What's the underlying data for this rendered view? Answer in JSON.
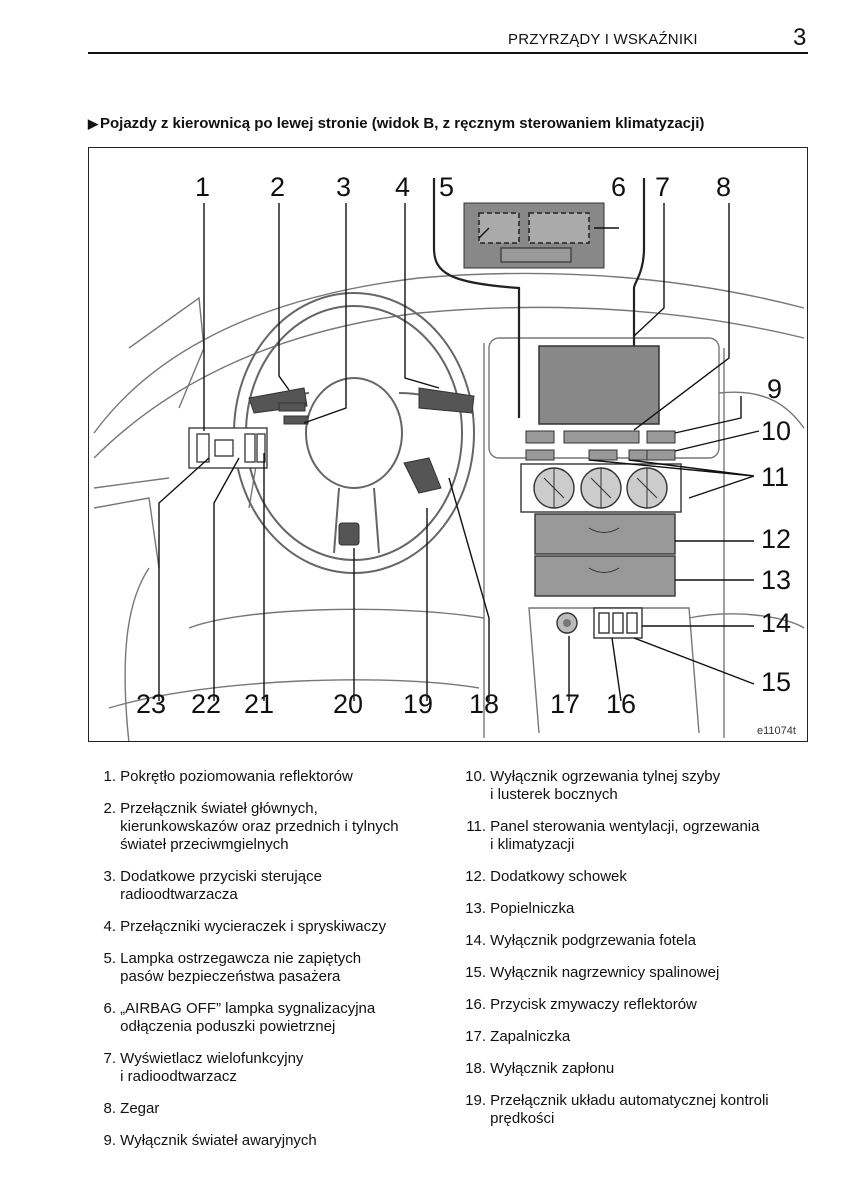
{
  "header": {
    "title": "PRZYRZĄDY I WSKAŹNIKI",
    "page_number": "3"
  },
  "section_title": "Pojazdy z kierownicą po lewej stronie (widok B, z ręcznym sterowaniem klimatyzacji)",
  "figure": {
    "code": "e11074t",
    "labels": [
      "1",
      "2",
      "3",
      "4",
      "5",
      "6",
      "7",
      "8",
      "9",
      "10",
      "11",
      "12",
      "13",
      "14",
      "15",
      "16",
      "17",
      "18",
      "19",
      "20",
      "21",
      "22",
      "23"
    ]
  },
  "items_left": [
    {
      "num": "1.",
      "text": "Pokrętło poziomowania reflektorów"
    },
    {
      "num": "2.",
      "text": "Przełącznik świateł głównych,\nkierunkowskazów oraz przednich i tylnych\nświateł przeciwmgielnych"
    },
    {
      "num": "3.",
      "text": "Dodatkowe przyciski sterujące\nradioodtwarzacza"
    },
    {
      "num": "4.",
      "text": "Przełączniki wycieraczek i spryskiwaczy"
    },
    {
      "num": "5.",
      "text": "Lampka ostrzegawcza nie zapiętych\npasów bezpieczeństwa pasażera"
    },
    {
      "num": "6.",
      "text": "„AIRBAG OFF” lampka sygnalizacyjna\nodłączenia poduszki powietrznej"
    },
    {
      "num": "7.",
      "text": "Wyświetlacz wielofunkcyjny\ni radioodtwarzacz"
    },
    {
      "num": "8.",
      "text": "Zegar"
    },
    {
      "num": "9.",
      "text": "Wyłącznik świateł awaryjnych"
    }
  ],
  "items_right": [
    {
      "num": "10.",
      "text": "Wyłącznik ogrzewania tylnej szyby\ni lusterek bocznych"
    },
    {
      "num": "11.",
      "text": "Panel sterowania wentylacji, ogrzewania\ni klimatyzacji"
    },
    {
      "num": "12.",
      "text": "Dodatkowy schowek"
    },
    {
      "num": "13.",
      "text": "Popielniczka"
    },
    {
      "num": "14.",
      "text": "Wyłącznik podgrzewania fotela"
    },
    {
      "num": "15.",
      "text": "Wyłącznik nagrzewnicy spalinowej"
    },
    {
      "num": "16.",
      "text": "Przycisk zmywaczy reflektorów"
    },
    {
      "num": "17.",
      "text": "Zapalniczka"
    },
    {
      "num": "18.",
      "text": "Wyłącznik zapłonu"
    },
    {
      "num": "19.",
      "text": "Przełącznik układu automatycznej kontroli\nprędkości"
    }
  ]
}
